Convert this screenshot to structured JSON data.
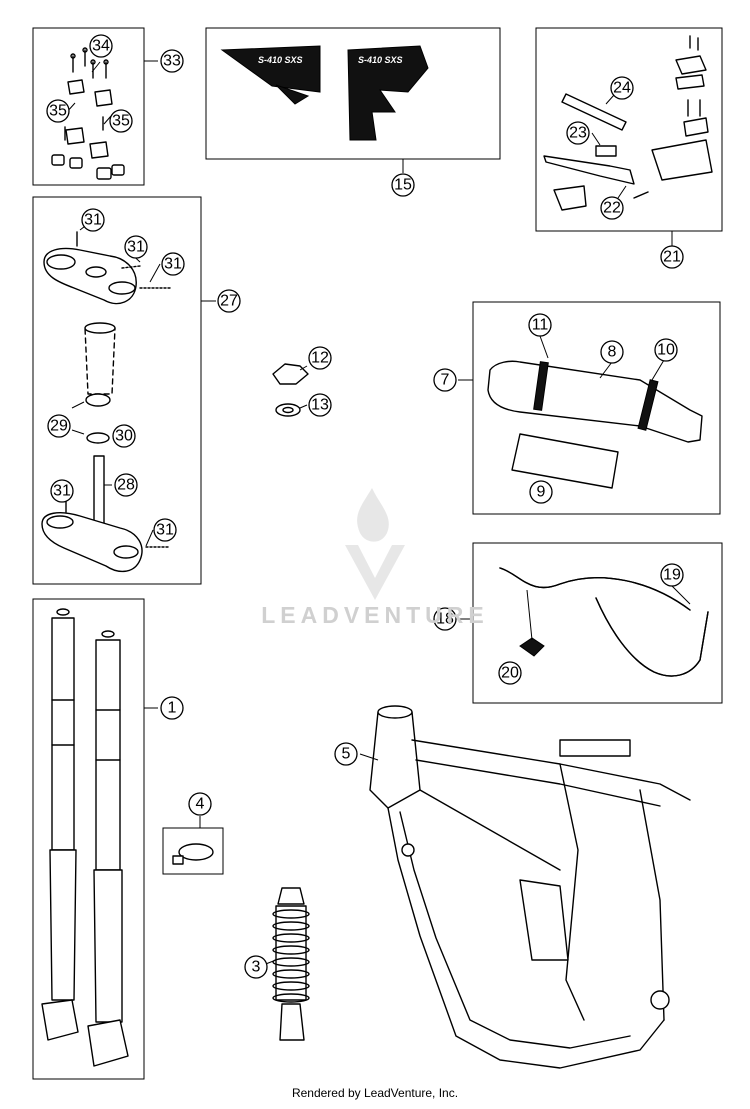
{
  "diagram": {
    "callouts": [
      "34",
      "33",
      "35",
      "35",
      "15",
      "24",
      "23",
      "22",
      "21",
      "31",
      "31",
      "31",
      "27",
      "12",
      "13",
      "29",
      "30",
      "28",
      "31",
      "31",
      "11",
      "8",
      "10",
      "7",
      "9",
      "18",
      "19",
      "20",
      "1",
      "4",
      "5",
      "3"
    ],
    "decal_text": [
      "S-410 SXS",
      "S-410 SXS"
    ],
    "watermark": "LEADVENTURE",
    "footer": "Rendered by LeadVenture, Inc."
  },
  "colors": {
    "line": "#000000",
    "background": "#ffffff",
    "watermark": "#d0d0d0"
  }
}
